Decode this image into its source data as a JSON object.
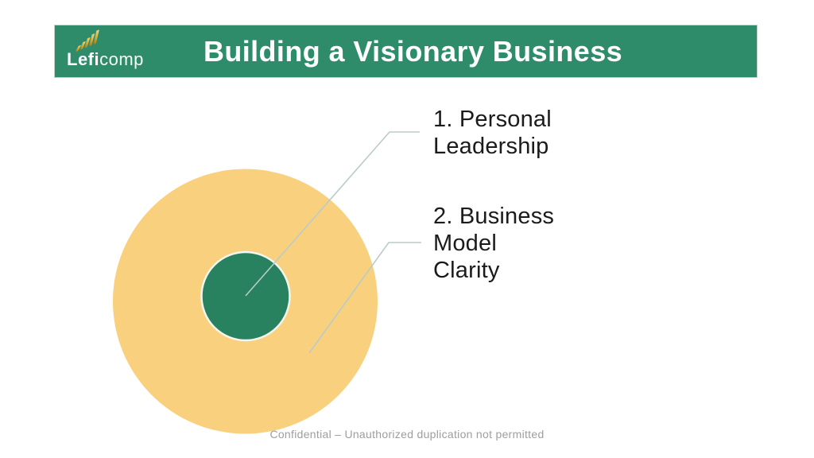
{
  "slide": {
    "title": "Building a Visionary Business",
    "footer": "Confidential – Unauthorized duplication not permitted"
  },
  "logo": {
    "name": "Leficomp",
    "text_bold": "Lefi",
    "text_light": "comp",
    "icon": "rising-gold-bars-icon"
  },
  "diagram": {
    "type": "concentric-circles",
    "rings": [
      {
        "name": "inner",
        "label": "Personal Leadership",
        "color": "#28825F"
      },
      {
        "name": "outer",
        "label": "Business Model Clarity",
        "color": "#F9D17E"
      }
    ],
    "callouts": [
      {
        "label": "1. Personal Leadership",
        "lines": [
          "1. Personal",
          "Leadership"
        ],
        "target": "inner-circle"
      },
      {
        "label": "2. Business Model Clarity",
        "lines": [
          "2. Business",
          "Model",
          "Clarity"
        ],
        "target": "outer-circle"
      }
    ]
  },
  "colors": {
    "header_bar": "#2E8C6B",
    "title_text": "#FFFFFF",
    "outer_circle": "#F9D17E",
    "inner_circle": "#28825F",
    "inner_circle_ring": "#F2F7EF",
    "connector_line": "#B9CBC9",
    "label_text": "#1B1B1B",
    "footer_text": "#9E9E9E",
    "logo_gold": "#D4AF37"
  }
}
